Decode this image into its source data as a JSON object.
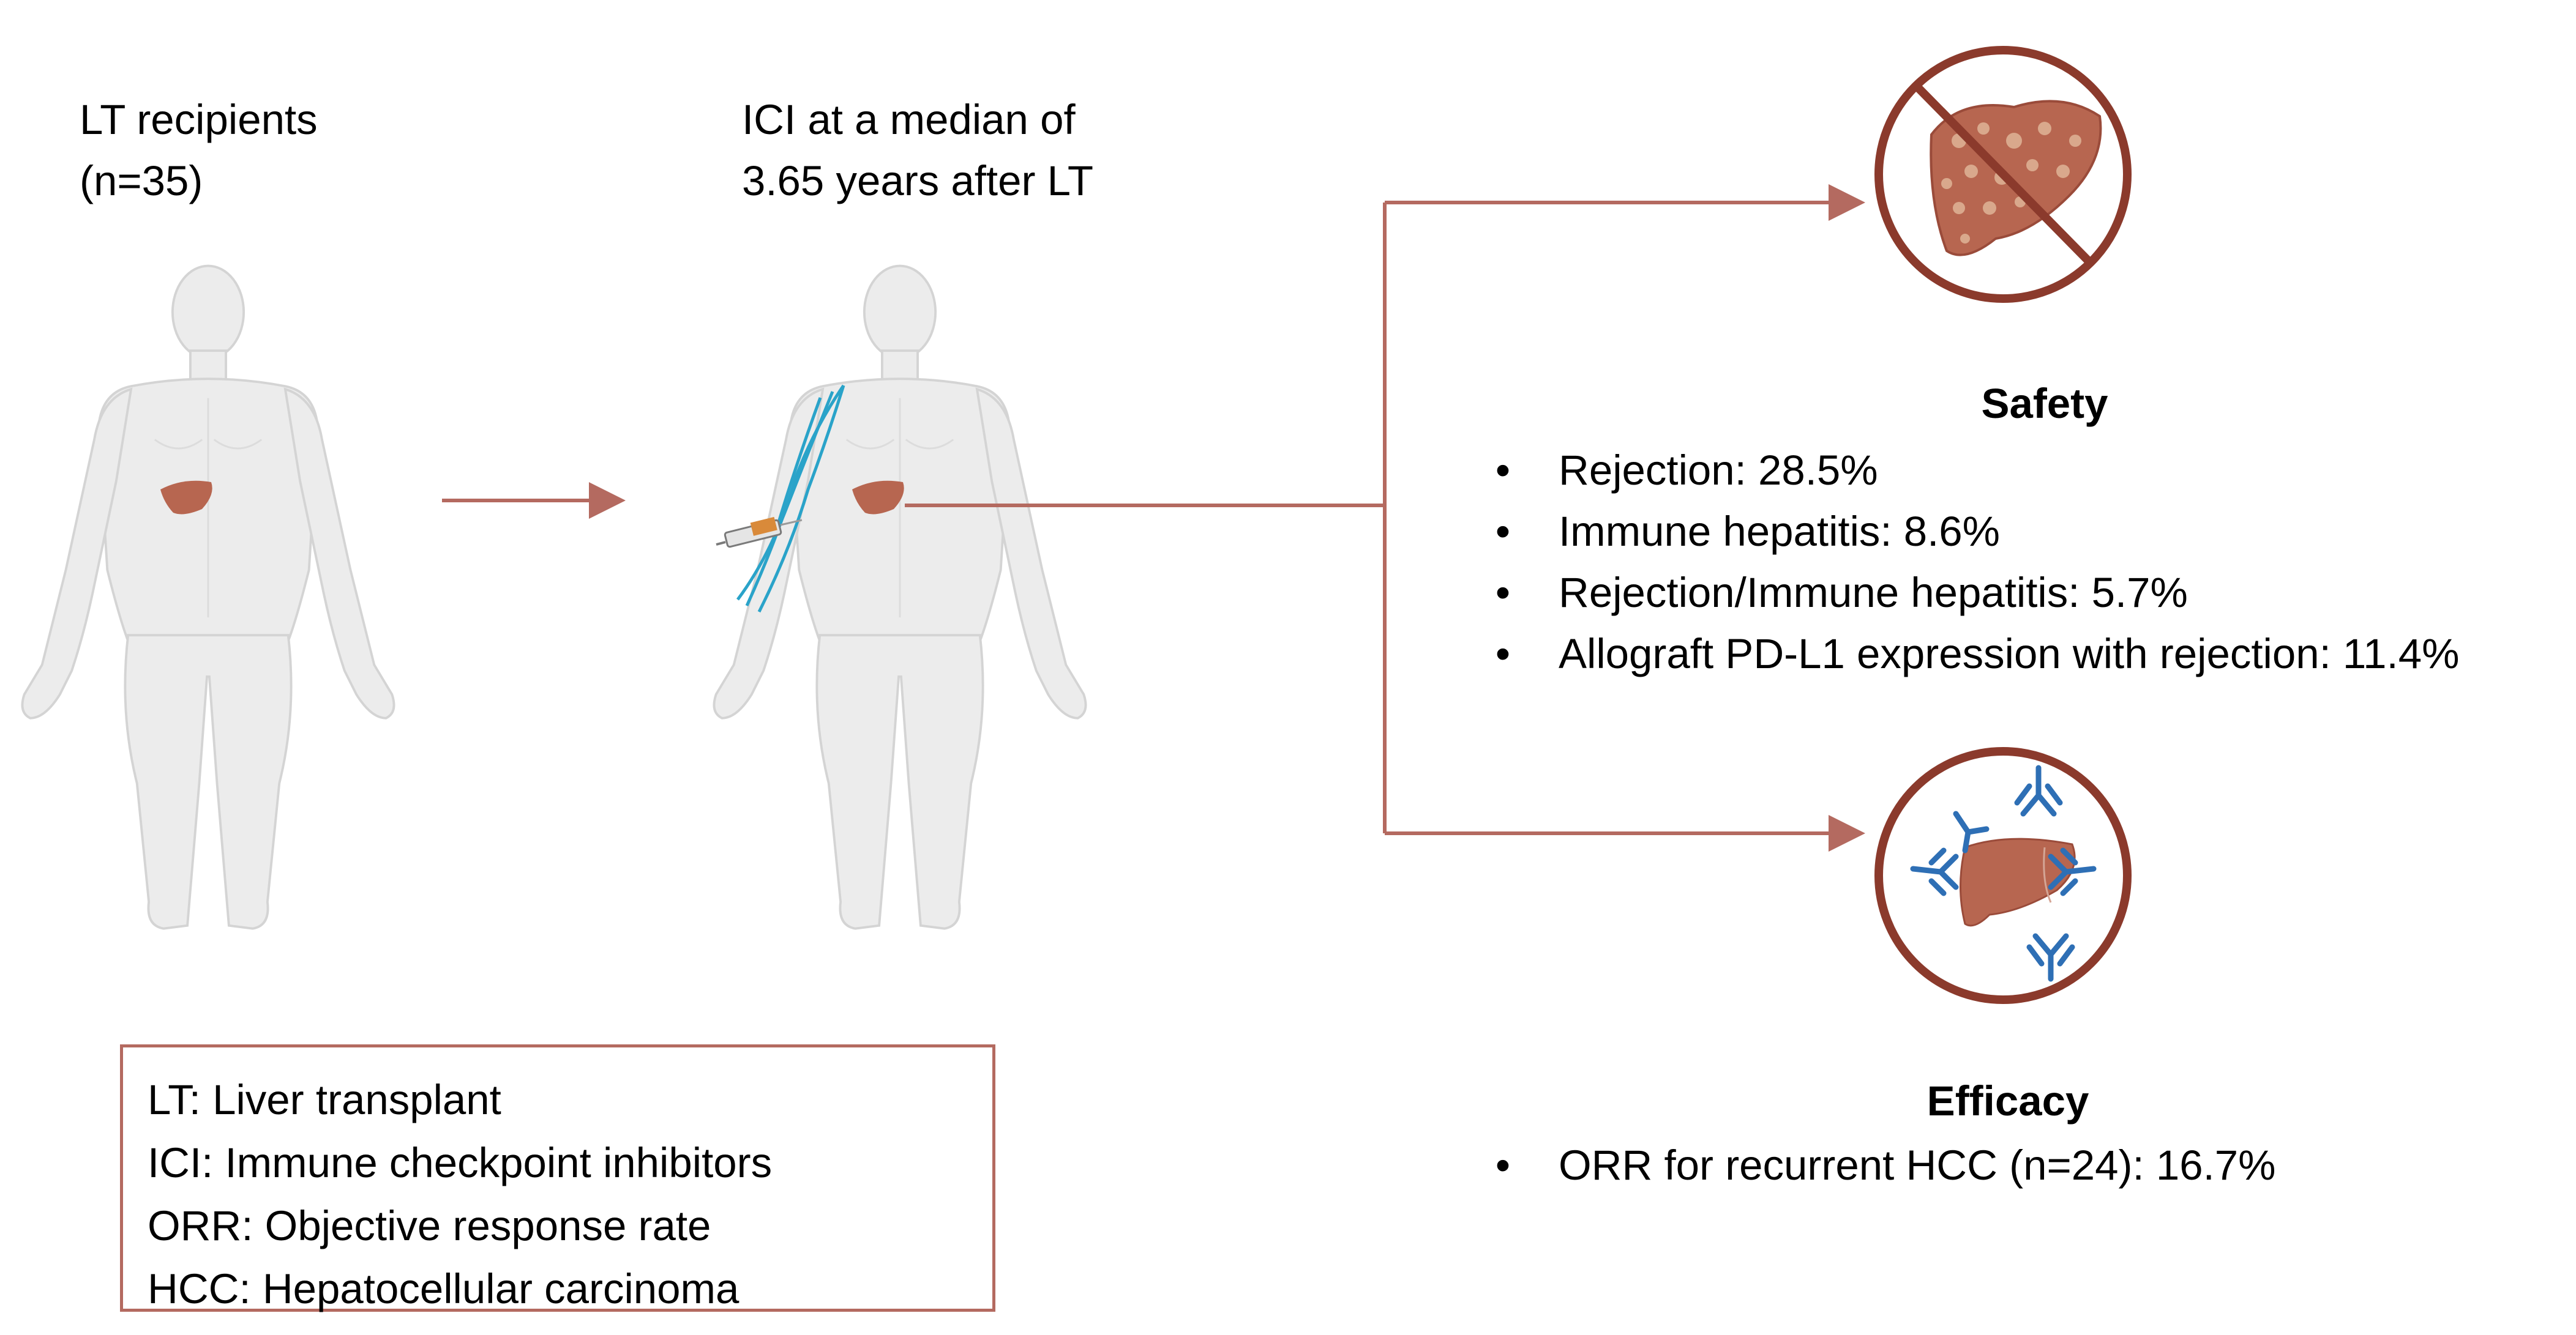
{
  "labels": {
    "lt_recipients_line1": "LT recipients",
    "lt_recipients_line2": "(n=35)",
    "ici_line1": "ICI at a median of",
    "ici_line2": "3.65 years after LT"
  },
  "safety": {
    "heading": "Safety",
    "items": [
      "Rejection: 28.5%",
      "Immune hepatitis: 8.6%",
      "Rejection/Immune hepatitis: 5.7%",
      "Allograft PD-L1 expression with rejection: 11.4%"
    ]
  },
  "efficacy": {
    "heading": "Efficacy",
    "items": [
      "ORR for recurrent HCC (n=24): 16.7%"
    ]
  },
  "legend": [
    "LT: Liver transplant",
    "ICI: Immune checkpoint inhibitors",
    "ORR: Objective response rate",
    "HCC: Hepatocellular carcinoma"
  ],
  "bullet_glyph": "•",
  "colors": {
    "arrow": "#b46a60",
    "circle_border": "#8b3a2c",
    "liver": "#b76650",
    "body": "#ececec",
    "antibody": "#2e6fb5",
    "vein": "#2aa3c9"
  },
  "icons": {
    "body_1": "human-body-with-liver-icon",
    "body_2": "human-body-with-injection-icon",
    "safety": "no-damaged-liver-icon",
    "efficacy": "liver-with-antibodies-icon"
  }
}
